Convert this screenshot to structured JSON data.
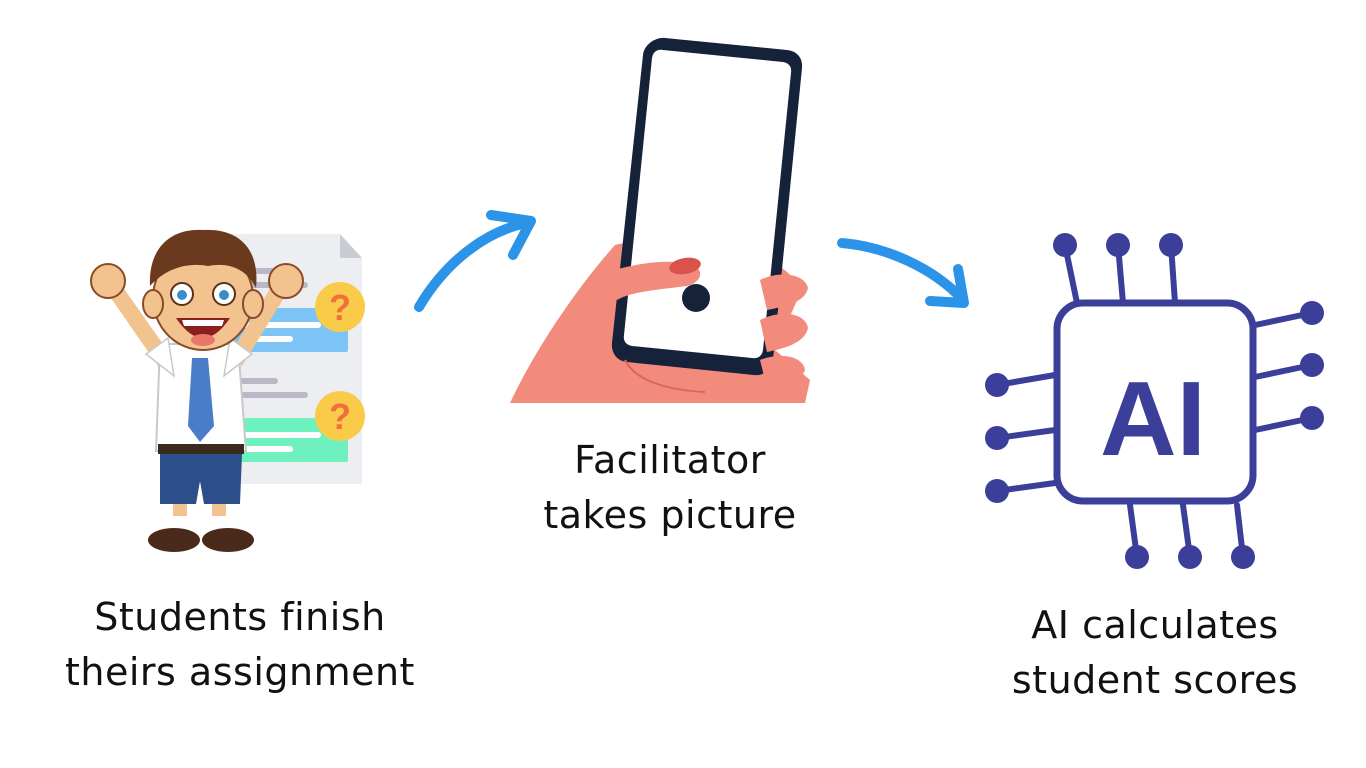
{
  "steps": [
    {
      "icon": "student-cheering-with-assignment-icon",
      "caption_lines": [
        "Students finish",
        "theirs assignment"
      ]
    },
    {
      "icon": "hand-holding-phone-icon",
      "caption_lines": [
        "Facilitator",
        "takes picture"
      ]
    },
    {
      "icon": "ai-chip-icon",
      "chip_label": "AI",
      "caption_lines": [
        "AI calculates",
        "student scores"
      ]
    }
  ],
  "connectors": [
    {
      "icon": "curved-arrow-up-right-icon"
    },
    {
      "icon": "curved-arrow-down-right-icon"
    }
  ],
  "colors": {
    "arrow": "#2b93e8",
    "chip": "#3b3f9a",
    "skin": "#f28b7c",
    "phone_frame": "#16213a",
    "paper": "#eceef2",
    "highlight_blue": "#7cc4f5",
    "highlight_green": "#6ff0bf",
    "question_badge": "#f9cb48",
    "question_mark": "#f0703c"
  }
}
